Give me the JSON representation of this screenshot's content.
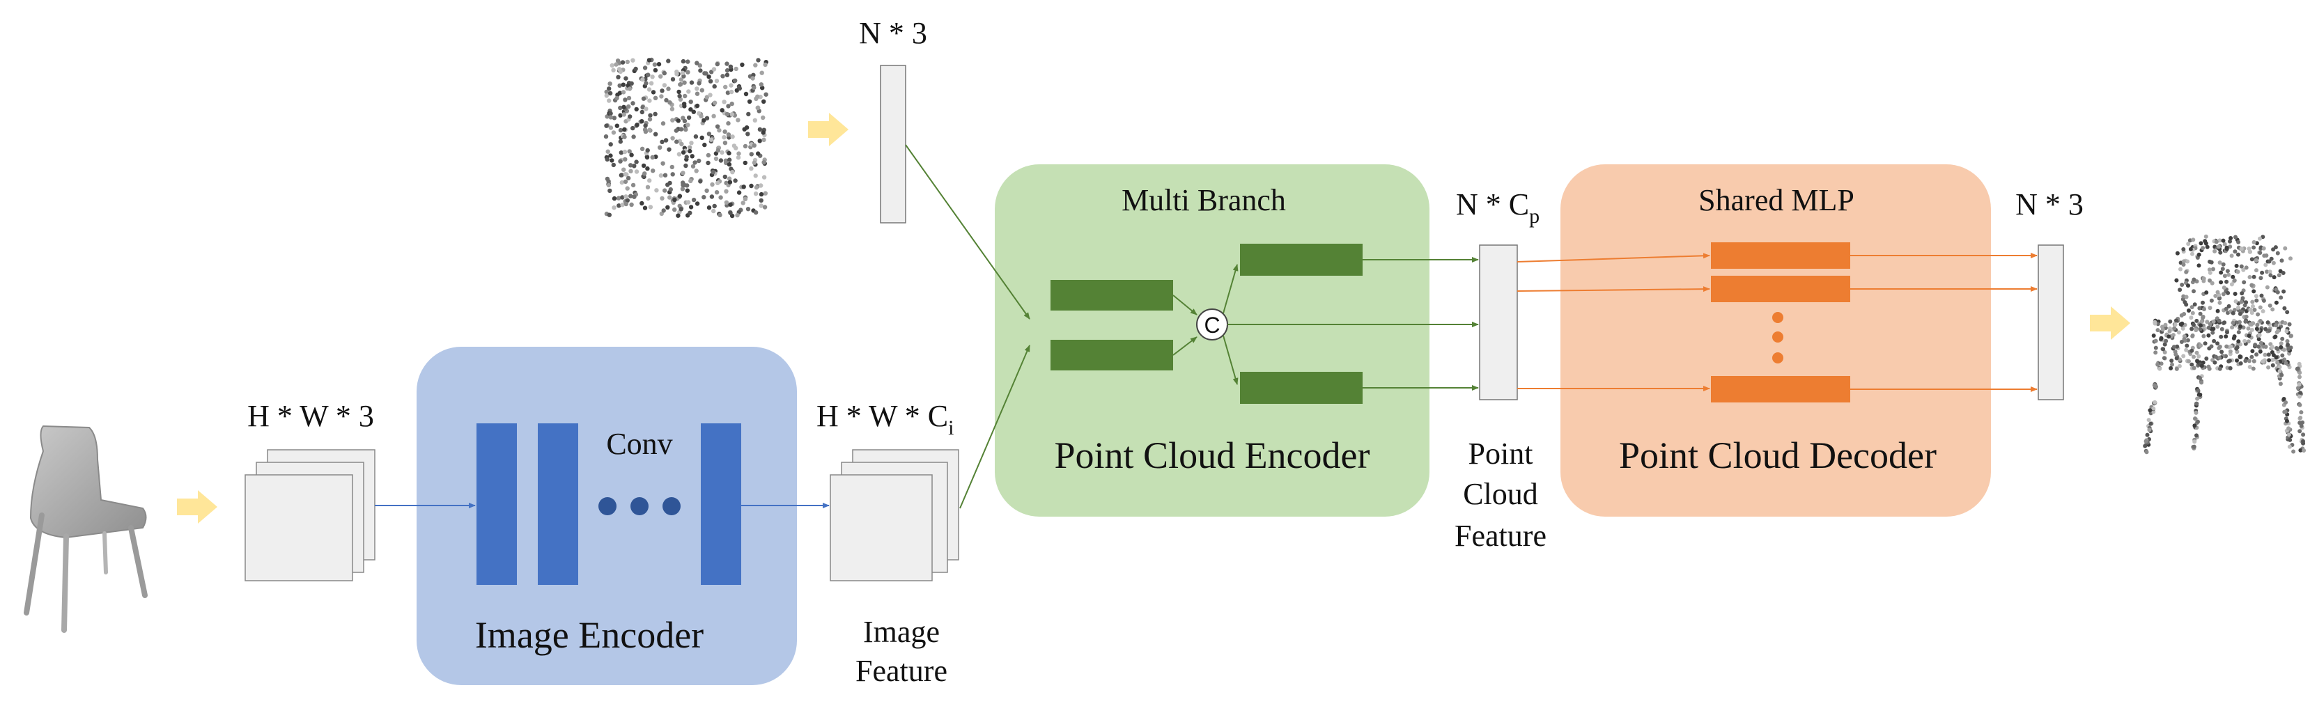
{
  "colors": {
    "image_encoder_bg": "#b4c7e7",
    "point_cloud_encoder_bg": "#c5e0b4",
    "point_cloud_decoder_bg": "#f8cbad",
    "encoder_bar": "#4472c4",
    "branch_bar": "#548235",
    "decoder_bar": "#ed7d31",
    "feature_box": "#efefef",
    "input_arrow": "#ffe699"
  },
  "icons": {
    "input_image": "chair-render-icon",
    "input_points": "random-point-cloud-icon",
    "output_points": "chair-point-cloud-icon",
    "input_arrow": "thick-arrow-icon",
    "concat": "concat-circle-icon"
  },
  "labels": {
    "noise_dims": "N * 3",
    "image_dims": "H * W * 3",
    "conv": "Conv",
    "image_encoder": "Image Encoder",
    "image_feature_dims": "H * W * C",
    "image_feature_dims_sub": "i",
    "image_feature_line1": "Image",
    "image_feature_line2": "Feature",
    "multi_branch": "Multi Branch",
    "concat_symbol": "C",
    "point_cloud_encoder": "Point Cloud Encoder",
    "point_feature_dims": "N * C",
    "point_feature_dims_sub": "p",
    "point_feature_line1": "Point",
    "point_feature_line2": "Cloud",
    "point_feature_line3": "Feature",
    "shared_mlp": "Shared MLP",
    "point_cloud_decoder": "Point Cloud Decoder",
    "output_dims": "N * 3"
  }
}
